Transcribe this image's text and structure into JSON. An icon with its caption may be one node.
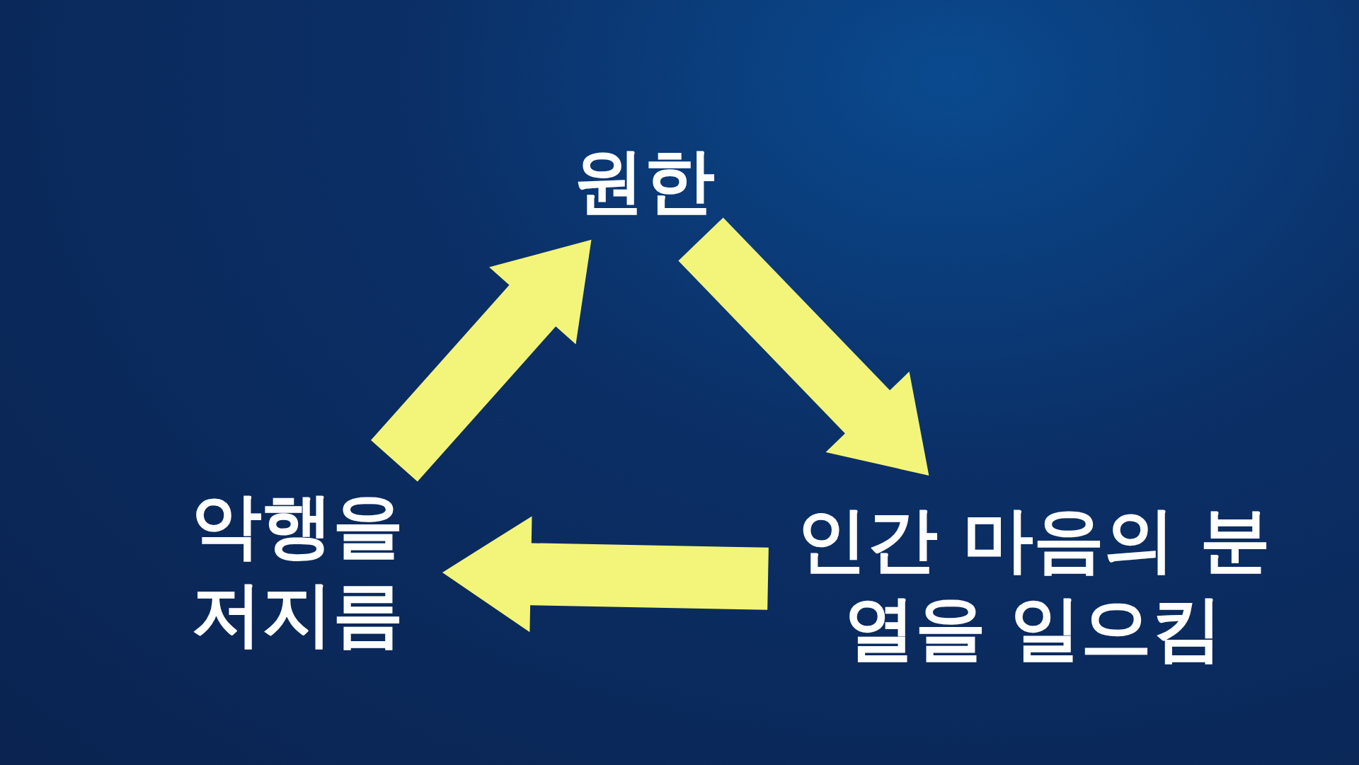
{
  "diagram": {
    "nodes": [
      {
        "text": [
          "원한"
        ]
      },
      {
        "text": [
          "악행을 저지름"
        ]
      },
      {
        "text": [
          "인간 마음의 분열을 일으킴"
        ]
      }
    ],
    "edges": [
      {
        "from": 1,
        "to": 0,
        "arrow": "to"
      },
      {
        "from": 0,
        "to": 2,
        "arrow": "to"
      },
      {
        "from": 2,
        "to": 1,
        "arrow": "to"
      }
    ]
  }
}
